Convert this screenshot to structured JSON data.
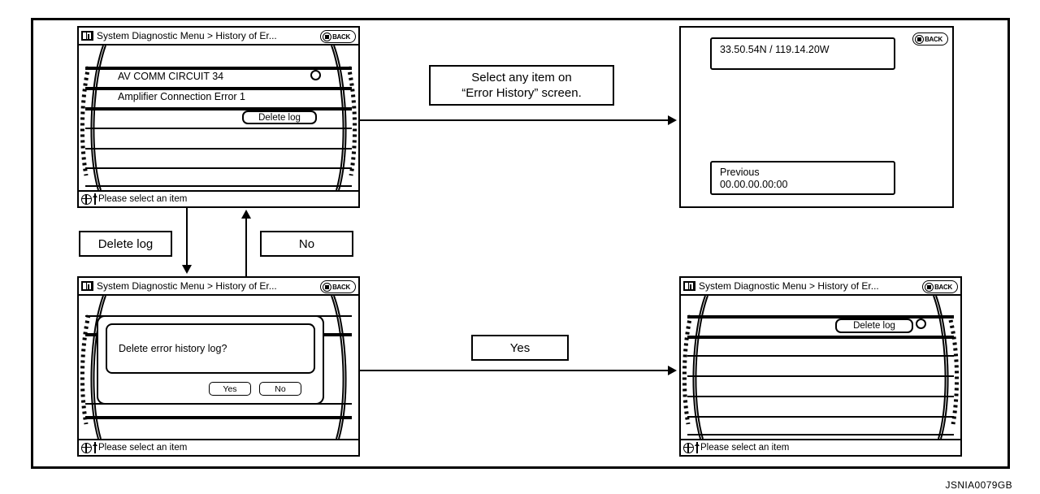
{
  "figure": {
    "id": "JSNIA0079GB"
  },
  "screens": {
    "error_history": {
      "title": "System Diagnostic Menu > History of Er...",
      "back_label": "BACK",
      "menu_icon": "menu-icon",
      "back_icon": "back-arrow-icon",
      "status_text": "Please select an item",
      "status_icon": "compass-icon",
      "scroll_icon": "up-down-arrow-icon",
      "rows": [
        {
          "label": "AV COMM CIRCUIT 34"
        },
        {
          "label": "Amplifier Connection Error 1"
        }
      ],
      "delete_button": "Delete log",
      "cursor_icon": "cursor-circle-icon"
    },
    "detail": {
      "back_label": "BACK",
      "back_icon": "back-arrow-icon",
      "coordinates": "33.50.54N / 119.14.20W",
      "previous_label": "Previous",
      "previous_time": "00.00.00.00:00"
    },
    "confirm": {
      "title": "System Diagnostic Menu > History of Er...",
      "back_label": "BACK",
      "menu_icon": "menu-icon",
      "back_icon": "back-arrow-icon",
      "status_text": "Please select an item",
      "status_icon": "compass-icon",
      "scroll_icon": "up-down-arrow-icon",
      "dialog_message": "Delete error history log?",
      "yes_label": "Yes",
      "no_label": "No"
    },
    "cleared": {
      "title": "System Diagnostic Menu > History of Er...",
      "back_label": "BACK",
      "menu_icon": "menu-icon",
      "back_icon": "back-arrow-icon",
      "status_text": "Please select an item",
      "status_icon": "compass-icon",
      "scroll_icon": "up-down-arrow-icon",
      "delete_button": "Delete log",
      "cursor_icon": "cursor-circle-icon"
    }
  },
  "flow": {
    "select_item_line1": "Select any item on",
    "select_item_line2": "“Error History” screen.",
    "delete_log": "Delete log",
    "no": "No",
    "yes": "Yes"
  }
}
